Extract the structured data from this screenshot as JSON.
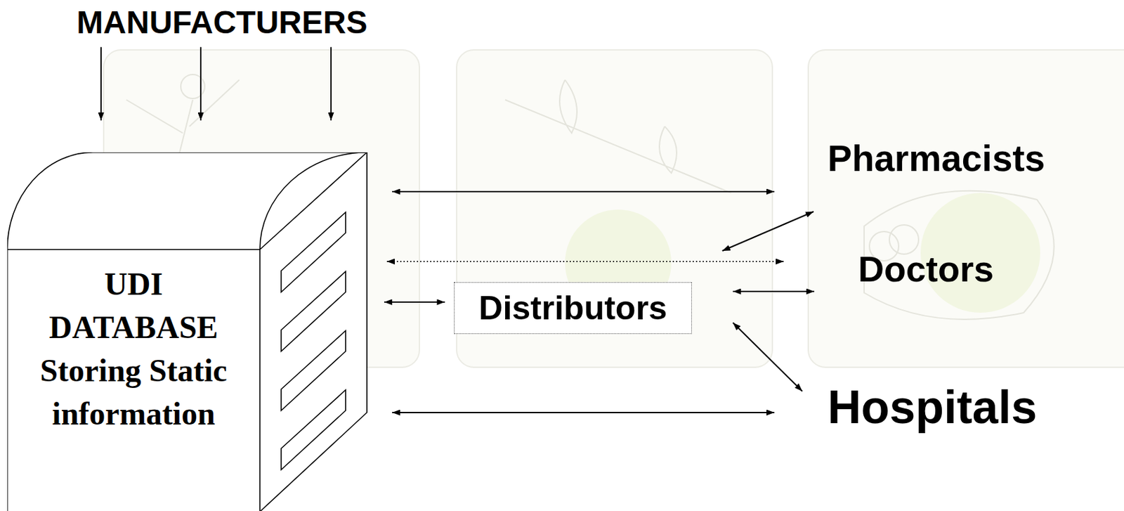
{
  "diagram": {
    "nodes": [
      {
        "text": [
          "MANUFACTURERS"
        ]
      },
      {
        "text": [
          "UDI DATABASE Storing Static information"
        ]
      },
      {
        "text": [
          "Distributors"
        ]
      },
      {
        "text": [
          "Pharmacists"
        ]
      },
      {
        "text": [
          "Doctors"
        ]
      },
      {
        "text": [
          "Hospitals"
        ]
      }
    ],
    "edges": [
      {
        "from": 0,
        "to": 1,
        "arrow": "to"
      },
      {
        "from": 0,
        "to": 1,
        "arrow": "to"
      },
      {
        "from": 0,
        "to": 1,
        "arrow": "to"
      },
      {
        "from": 1,
        "to": 3,
        "arrow": "both"
      },
      {
        "from": 1,
        "to": 4,
        "arrow": "both"
      },
      {
        "from": 1,
        "to": 2,
        "arrow": "both"
      },
      {
        "from": 2,
        "to": 3,
        "arrow": "both"
      },
      {
        "from": 2,
        "to": 4,
        "arrow": "both"
      },
      {
        "from": 2,
        "to": 5,
        "arrow": "both"
      },
      {
        "from": 1,
        "to": 5,
        "arrow": "both"
      }
    ]
  }
}
